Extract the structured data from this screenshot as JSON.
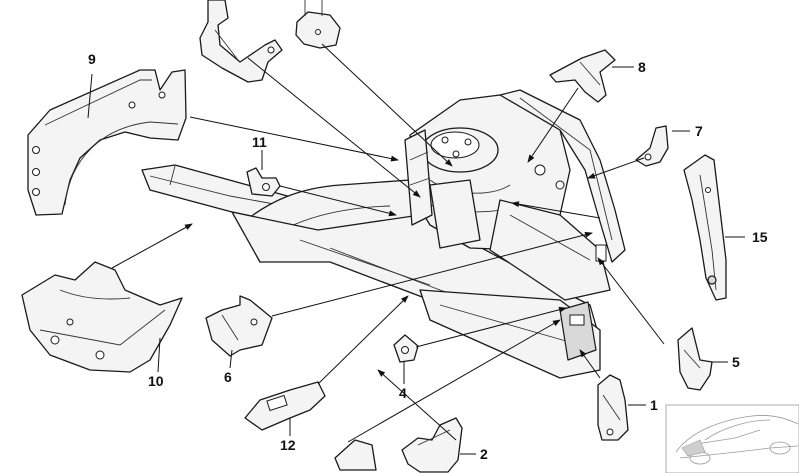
{
  "callouts": [
    {
      "label": "1"
    },
    {
      "label": "2"
    },
    {
      "label": "4"
    },
    {
      "label": "5"
    },
    {
      "label": "6"
    },
    {
      "label": "7"
    },
    {
      "label": "8"
    },
    {
      "label": "9"
    },
    {
      "label": "10"
    },
    {
      "label": "11"
    },
    {
      "label": "12"
    },
    {
      "label": "15"
    }
  ],
  "colors": {
    "line": "#1a1a1a",
    "panel_fill": "#f4f4f4",
    "shade_fill": "#d9d9d9",
    "thumbnail_line": "#9a9a9a",
    "background": "#ffffff"
  }
}
